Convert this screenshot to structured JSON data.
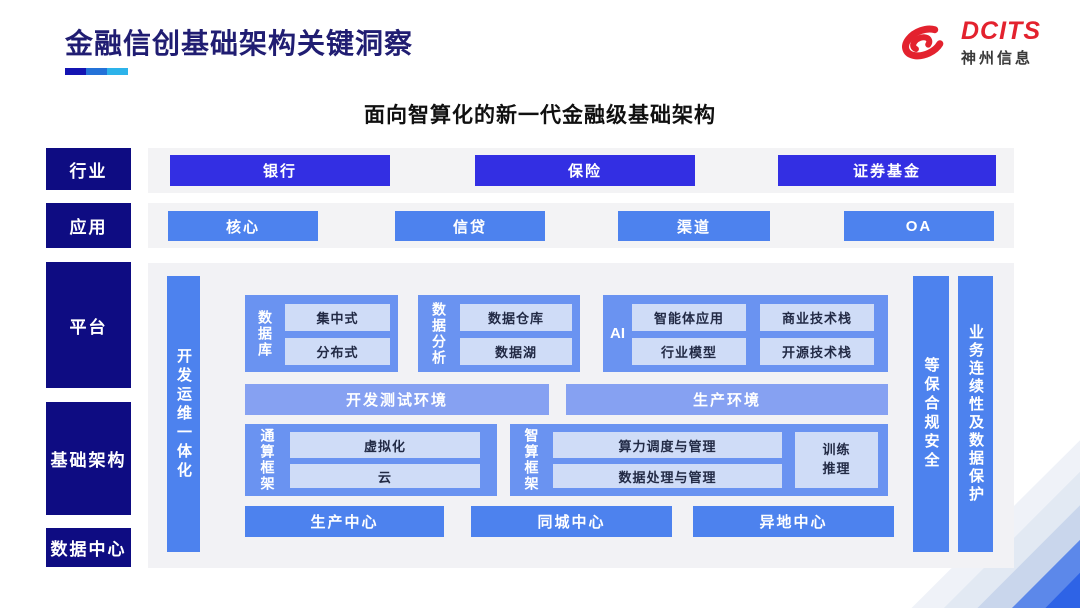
{
  "header": {
    "title": "金融信创基础架构关键洞察",
    "logo_brand": "DCITS",
    "logo_company": "神州信息"
  },
  "subtitle": "面向智算化的新一代金融级基础架构",
  "side_layers": {
    "industry": "行业",
    "application": "应用",
    "platform": "平台",
    "infrastructure": "基础架构",
    "datacenter": "数据中心"
  },
  "industry_row": {
    "items": [
      "银行",
      "保险",
      "证券基金"
    ]
  },
  "application_row": {
    "items": [
      "核心",
      "信贷",
      "渠道",
      "OA"
    ]
  },
  "platform_panel": {
    "devops_bar": "开发运维一体化",
    "security_bar": "等保合规安全",
    "continuity_bar": "业务连续性及数据保护",
    "database_group": {
      "label": "数据库",
      "items": [
        "集中式",
        "分布式"
      ]
    },
    "analytics_group": {
      "label": "数据分析",
      "items": [
        "数据仓库",
        "数据湖"
      ]
    },
    "ai_group": {
      "label": "AI",
      "items": [
        "智能体应用",
        "商业技术栈",
        "行业模型",
        "开源技术栈"
      ]
    },
    "environments": [
      "开发测试环境",
      "生产环境"
    ],
    "general_framework": {
      "label": "通算框架",
      "items": [
        "虚拟化",
        "云"
      ]
    },
    "intelligent_framework": {
      "label": "智算框架",
      "items": [
        "算力调度与管理",
        "数据处理与管理"
      ],
      "side_lines": [
        "训练",
        "推理"
      ]
    },
    "centers": [
      "生产中心",
      "同城中心",
      "异地中心"
    ]
  },
  "colors": {
    "title_navy": "#201d72",
    "layer_navy": "#0e0c82",
    "industry_blue": "#332fe3",
    "primary_blue": "#4d82ee",
    "group_blue": "#6a93f1",
    "env_blue": "#86a1f2",
    "inner_light": "#cfdcf7",
    "panel_gray": "#f2f2f5",
    "logo_red": "#e3222e"
  }
}
